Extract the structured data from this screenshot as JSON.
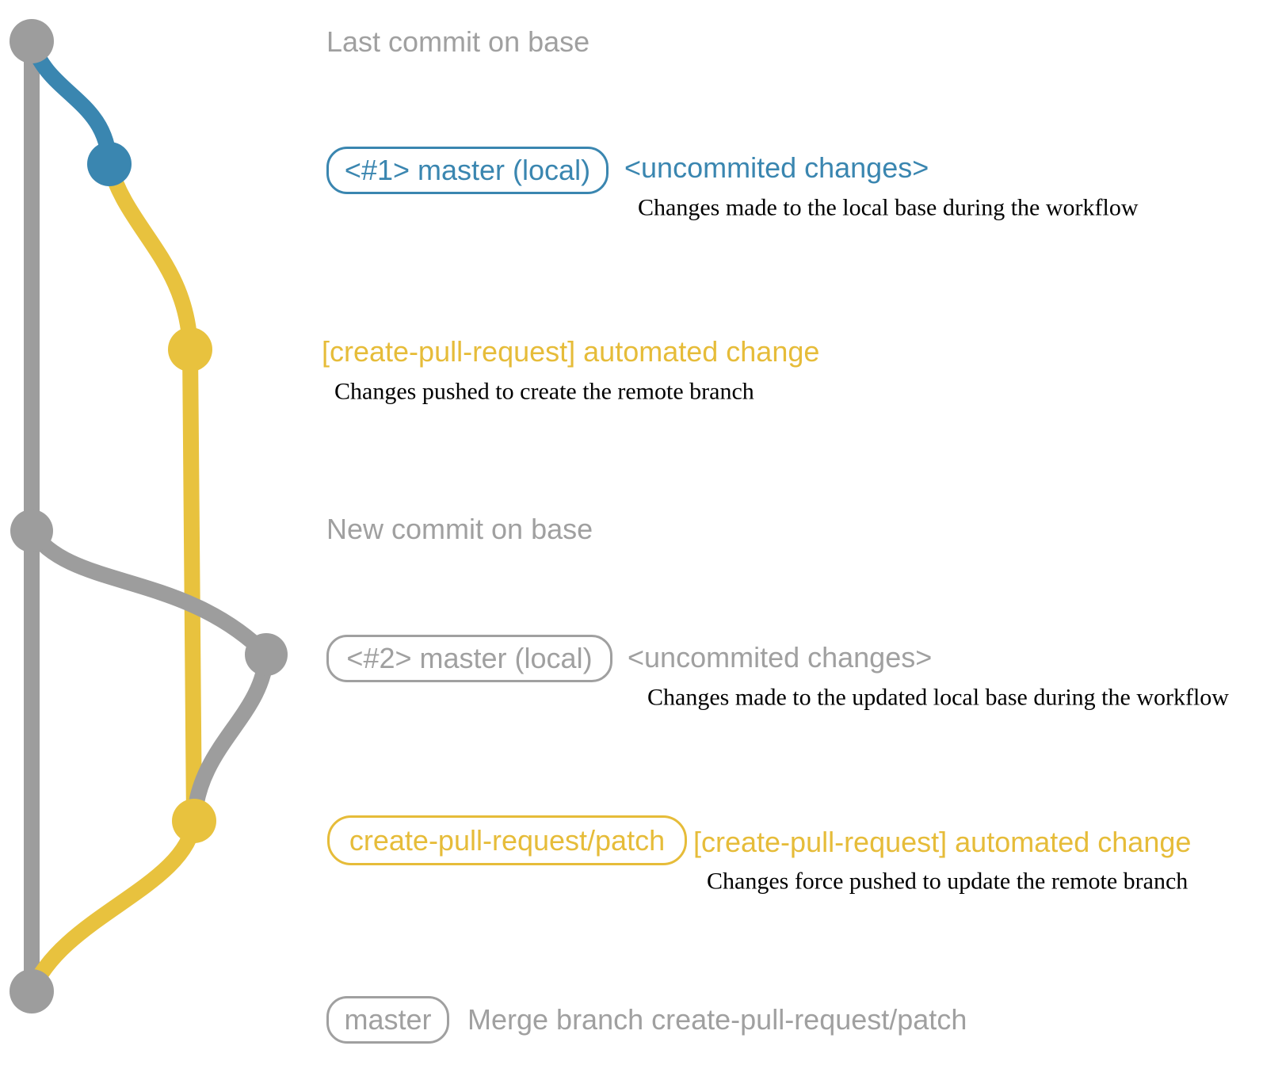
{
  "colors": {
    "gray": "#9d9d9d",
    "gray_text": "#a0a0a0",
    "blue": "#3a86b0",
    "yellow": "#e8c23e",
    "description_text": "#000000"
  },
  "labels": {
    "last_commit_on_base": "Last commit on base",
    "new_commit_on_base": "New commit on base"
  },
  "row_master_local_1": {
    "box_label": "<#1> master (local)",
    "annotation": "<uncommited changes>",
    "description": "Changes made to the local base during the workflow"
  },
  "row_automated_change_1": {
    "heading": "[create-pull-request] automated change",
    "description": "Changes pushed to create the remote branch"
  },
  "row_master_local_2": {
    "box_label": "<#2> master (local)",
    "annotation": "<uncommited changes>",
    "description": "Changes made to the updated local base during the workflow"
  },
  "row_patch_branch": {
    "box_label": "create-pull-request/patch",
    "annotation": "[create-pull-request] automated change",
    "description": "Changes force pushed to update the remote branch"
  },
  "row_merge": {
    "box_label": "master",
    "annotation": "Merge branch create-pull-request/patch"
  }
}
